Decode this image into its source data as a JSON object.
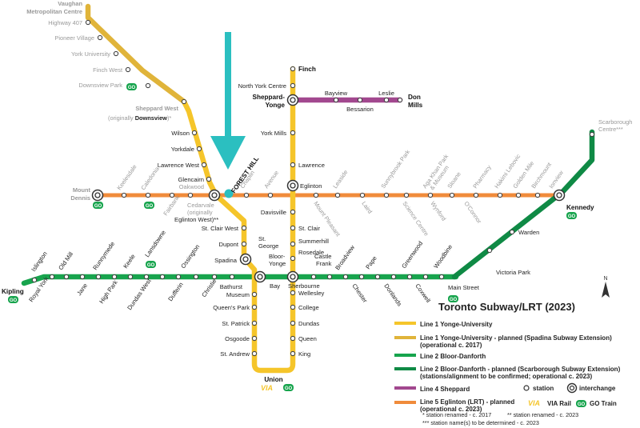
{
  "title": "Toronto Subway/LRT (2023)",
  "colors": {
    "line1": "#f5c52a",
    "line1_planned": "#e0b43a",
    "line2": "#17a44d",
    "line2_planned": "#0f8a45",
    "line4": "#a2488f",
    "line5": "#f08b3b",
    "arrow": "#2bbfc0",
    "via": "#f5c52a",
    "go": "#17a44d"
  },
  "legend": {
    "line1": "Line 1 Yonge-University",
    "line1_planned": "Line 1 Yonge-University - planned (Spadina Subway Extension) (operational c. 2017)",
    "line1_planned_a": "Line 1 Yonge-University - planned (Spadina Subway Extension)",
    "line1_planned_b": "(operational c. 2017)",
    "line2": "Line 2 Bloor-Danforth",
    "line2_planned_a": "Line 2 Bloor-Danforth - planned (Scarborough Subway Extension)",
    "line2_planned_b": "(stations/alignment to be confirmed; operational c. 2023)",
    "line4": "Line 4 Sheppard",
    "line5_a": "Line 5 Eglinton (LRT) - planned",
    "line5_b": "(operational c. 2023)",
    "station": "station",
    "interchange": "interchange",
    "via": "VIA Rail",
    "go": "GO Train"
  },
  "notes": {
    "n1": "* station renamed - c. 2017",
    "n2": "** station renamed - c. 2023",
    "n3": "*** station name(s) to be determined - c. 2023"
  },
  "highlight": "FOREST HILL",
  "compass": "N",
  "logos": {
    "via": "VIA",
    "go": "GO"
  },
  "stations": {
    "vaughan_a": "Vaughan",
    "vaughan_b": "Metropolitan Centre",
    "highway407": "Highway 407",
    "pioneer": "Pioneer Village",
    "york_u": "York University",
    "finch_west": "Finch West",
    "downsview_park": "Downsview Park",
    "sheppard_west": "Sheppard West",
    "orig_downsview_a": "(originally ",
    "orig_downsview_b": "Downsview",
    "orig_downsview_c": ")*",
    "wilson": "Wilson",
    "yorkdale": "Yorkdale",
    "lawrence_west": "Lawrence West",
    "glencairn": "Glencairn",
    "oakwood": "Oakwood",
    "cedarvale_a": "Cedarvale",
    "cedarvale_b": "(originally",
    "cedarvale_c": "Eglinton West)**",
    "st_clair_west": "St. Clair West",
    "dupont": "Dupont",
    "spadina": "Spadina",
    "st_george_a": "St.",
    "st_george_b": "George",
    "bathurst": "Bathurst",
    "museum": "Museum",
    "queens_park": "Queen's Park",
    "st_patrick": "St. Patrick",
    "osgoode": "Osgoode",
    "st_andrew": "St. Andrew",
    "union": "Union",
    "king": "King",
    "queen": "Queen",
    "dundas": "Dundas",
    "college": "College",
    "wellesley": "Wellesley",
    "bloor_yonge_a": "Bloor-",
    "bloor_yonge_b": "Yonge",
    "rosedale": "Rosedale",
    "summerhill": "Summerhill",
    "st_clair": "St. Clair",
    "davisville": "Davisville",
    "eglinton": "Eglinton",
    "lawrence": "Lawrence",
    "york_mills": "York Mills",
    "sheppard_yonge_a": "Sheppard-",
    "sheppard_yonge_b": "Yonge",
    "north_york_centre": "North York Centre",
    "finch": "Finch",
    "bayview": "Bayview",
    "bessarion": "Bessarion",
    "leslie": "Leslie",
    "don_mills_a": "Don",
    "don_mills_b": "Mills",
    "kipling": "Kipling",
    "islington": "Islington",
    "royal_york": "Royal York",
    "old_mill": "Old Mill",
    "jane": "Jane",
    "runnymede": "Runnymede",
    "high_park": "High Park",
    "keele": "Keele",
    "dundas_west": "Dundas West",
    "lansdowne": "Lansdowne",
    "dufferin": "Dufferin",
    "ossington": "Ossington",
    "christie": "Christie",
    "bay": "Bay",
    "sherbourne": "Sherbourne",
    "castle_frank_a": "Castle",
    "castle_frank_b": "Frank",
    "broadview": "Broadview",
    "chester": "Chester",
    "pape": "Pape",
    "donlands": "Donlands",
    "greenwood": "Greenwood",
    "coxwell": "Coxwell",
    "woodbine": "Woodbine",
    "main_street": "Main Street",
    "victoria_park": "Victoria Park",
    "warden": "Warden",
    "kennedy": "Kennedy",
    "scarborough_a": "Scarborough",
    "scarborough_b": "Centre***",
    "mount_dennis_a": "Mount",
    "mount_dennis_b": "Dennis",
    "keelesdale": "Keelesdale",
    "caledonia": "Caledonia",
    "fairbank": "Fairbank",
    "chaplin": "Chaplin",
    "avenue": "Avenue",
    "leaside": "Leaside",
    "mount_pleasant": "Mount Pleasant",
    "laird": "Laird",
    "sunnybrook": "Sunnybrook Park",
    "science_centre": "Science Centre",
    "aga_khan_a": "Aga Khan Park",
    "aga_khan_b": "& Museum",
    "wynford": "Wynford",
    "sloane": "Sloane",
    "oconnor": "O'Connor",
    "pharmacy": "Pharmacy",
    "hakimi": "Hakimi Lebovic",
    "golden_mile": "Golden Mile",
    "birchmount": "Birchmount",
    "ionview": "Ionview"
  }
}
